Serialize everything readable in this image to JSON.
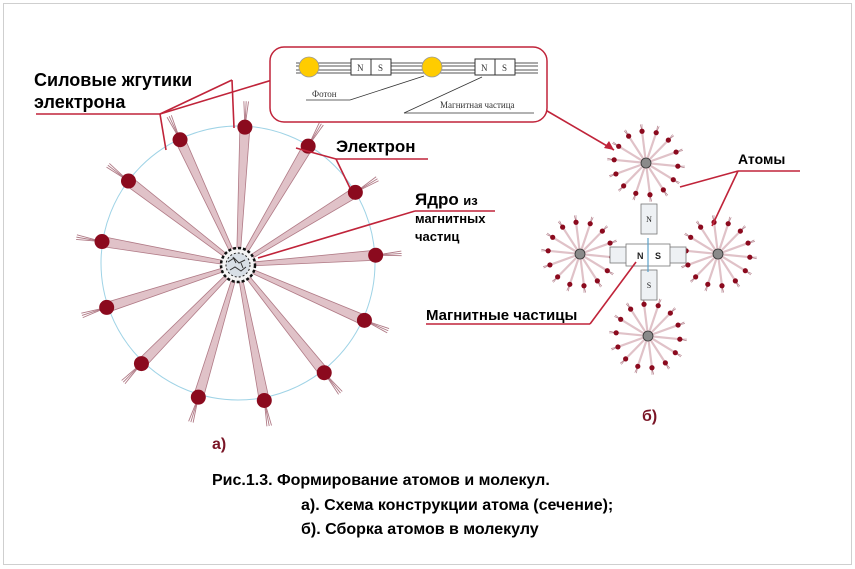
{
  "labels": {
    "force_strands": [
      "Силовые жгутики",
      "электрона"
    ],
    "electron": "Электрон",
    "nucleus_main": "Ядро",
    "nucleus_suffix": "из",
    "nucleus_lines": [
      "магнитных",
      "частиц"
    ],
    "atoms": "Атомы",
    "magnetic_particles": "Магнитные частицы",
    "part_a": "а)",
    "part_b": "б)"
  },
  "inset": {
    "photon": "Фотон",
    "magnetic_particle": "Магнитная частица",
    "pole_n": "N",
    "pole_s": "S"
  },
  "caption": {
    "line1": "Рис.1.3.  Формирование атомов и молекул.",
    "line2": "а). Схема конструкции атома (сечение);",
    "line3": "б). Сборка атомов в молекулу"
  },
  "colors": {
    "electron": "#8b0a1e",
    "strand": "#e0c2c8",
    "strand_edge": "#b07a86",
    "orbit": "#9fd3e6",
    "annotation_line": "#c0243a",
    "inset_border": "#c0243a",
    "photon": "#ffcc00"
  }
}
